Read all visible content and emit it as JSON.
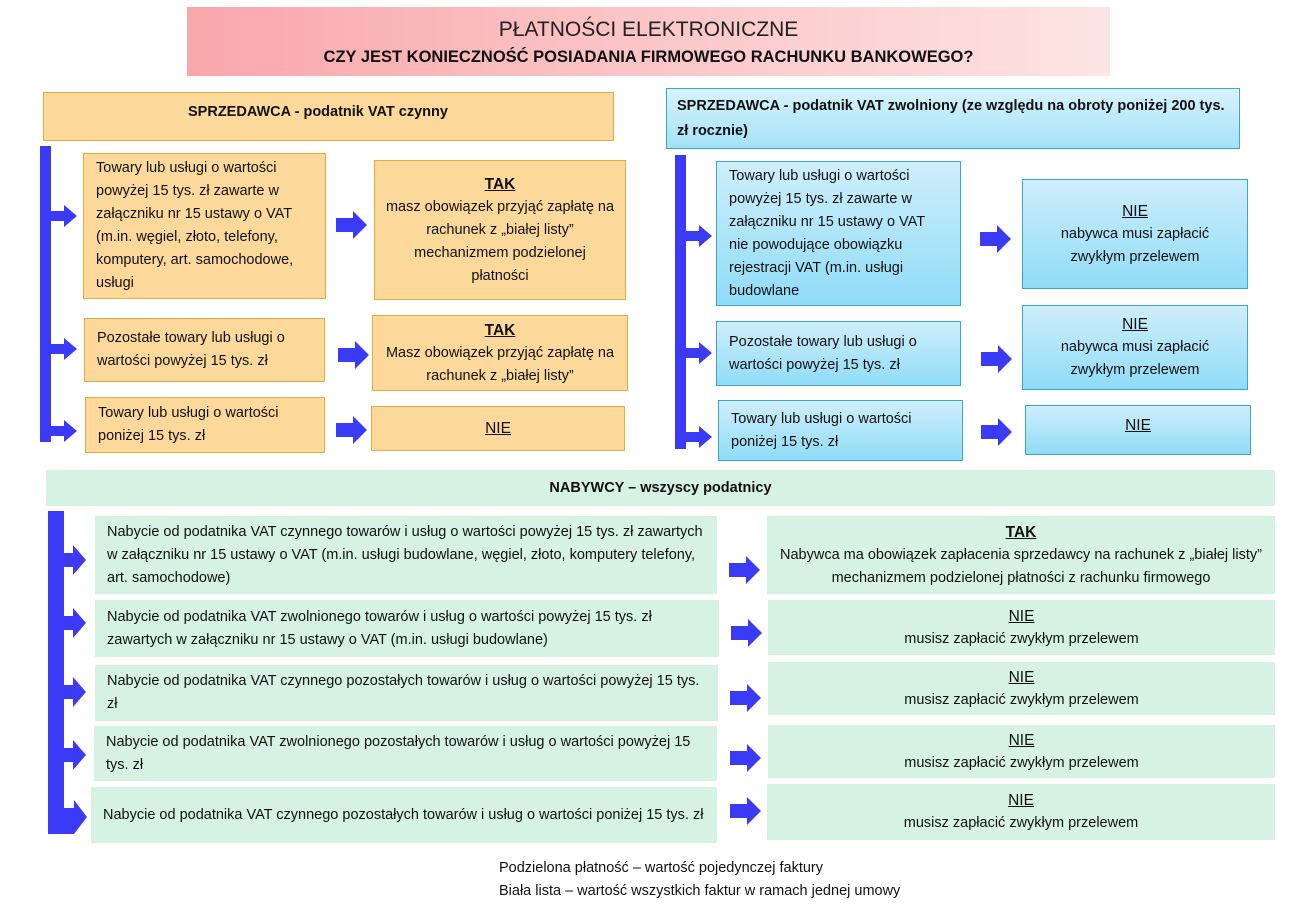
{
  "title": {
    "line1": "PŁATNOŚCI ELEKTRONICZNE",
    "line2": "CZY JEST KONIECZNOŚĆ POSIADANIA FIRMOWEGO RACHUNKU BANKOWEGO?"
  },
  "vat_active": {
    "header": "SPRZEDAWCA - podatnik VAT czynny",
    "rows": [
      {
        "condition": "Towary lub usługi o wartości powyżej 15 tys. zł zawarte w załączniku nr 15 ustawy o VAT (m.in. węgiel, złoto, telefony, komputery, art. samochodowe, usługi",
        "answer": "TAK",
        "detail": "masz obowiązek przyjąć zapłatę na rachunek z „białej listy” mechanizmem podzielonej płatności"
      },
      {
        "condition": "Pozostałe towary lub usługi o wartości powyżej 15 tys. zł",
        "answer": "TAK",
        "detail": "Masz obowiązek przyjąć zapłatę na rachunek z „białej listy”"
      },
      {
        "condition": "Towary lub usługi o wartości poniżej 15 tys. zł",
        "answer": "NIE",
        "detail": ""
      }
    ]
  },
  "vat_exempt": {
    "header": "SPRZEDAWCA - podatnik VAT zwolniony (ze względu na obroty poniżej 200 tys. zł rocznie)",
    "rows": [
      {
        "condition": "Towary lub usługi o wartości powyżej 15 tys. zł zawarte w załączniku nr 15 ustawy o VAT nie powodujące obowiązku rejestracji VAT (m.in. usługi budowlane",
        "answer": "NIE",
        "detail": "nabywca musi zapłacić zwykłym przelewem"
      },
      {
        "condition": "Pozostałe towary lub usługi o wartości powyżej 15 tys. zł",
        "answer": "NIE",
        "detail": "nabywca musi zapłacić zwykłym przelewem"
      },
      {
        "condition": "Towary lub usługi o wartości poniżej 15 tys. zł",
        "answer": "NIE",
        "detail": ""
      }
    ]
  },
  "buyers": {
    "header": "NABYWCY – wszyscy podatnicy",
    "rows": [
      {
        "condition": "Nabycie od podatnika VAT czynnego towarów i usług o wartości powyżej 15 tys. zł zawartych w załączniku nr 15 ustawy o VAT (m.in. usługi budowlane, węgiel, złoto, komputery telefony, art. samochodowe)",
        "answer": "TAK",
        "detail": "Nabywca ma obowiązek zapłacenia sprzedawcy na rachunek z „białej listy” mechanizmem podzielonej płatności z rachunku firmowego"
      },
      {
        "condition": "Nabycie od podatnika VAT zwolnionego towarów i usług o wartości powyżej 15 tys. zł zawartych w załączniku nr 15 ustawy o VAT (m.in. usługi budowlane)",
        "answer": "NIE",
        "detail": "musisz zapłacić zwykłym przelewem"
      },
      {
        "condition": "Nabycie od podatnika VAT czynnego pozostałych towarów i usług o wartości powyżej 15 tys. zł",
        "answer": "NIE",
        "detail": "musisz zapłacić zwykłym przelewem"
      },
      {
        "condition": "Nabycie od podatnika VAT zwolnionego pozostałych towarów i usług o wartości powyżej 15 tys. zł",
        "answer": "NIE",
        "detail": "musisz zapłacić zwykłym przelewem"
      },
      {
        "condition": "Nabycie od podatnika VAT czynnego pozostałych towarów i usług o wartości poniżej 15 tys. zł",
        "answer": "NIE",
        "detail": "musisz zapłacić zwykłym przelewem"
      }
    ]
  },
  "footer": {
    "line1": "Podzielona płatność – wartość pojedynczej faktury",
    "line2": "Biała lista – wartość wszystkich faktur w ramach jednej umowy"
  },
  "colors": {
    "arrow": "#3b3bf7",
    "orange": "#fcd99b",
    "blue": "#a4e2f7",
    "green": "#d6f2e2",
    "title_bg_left": "#f9a7ab",
    "title_bg_right": "#fde4e4"
  }
}
